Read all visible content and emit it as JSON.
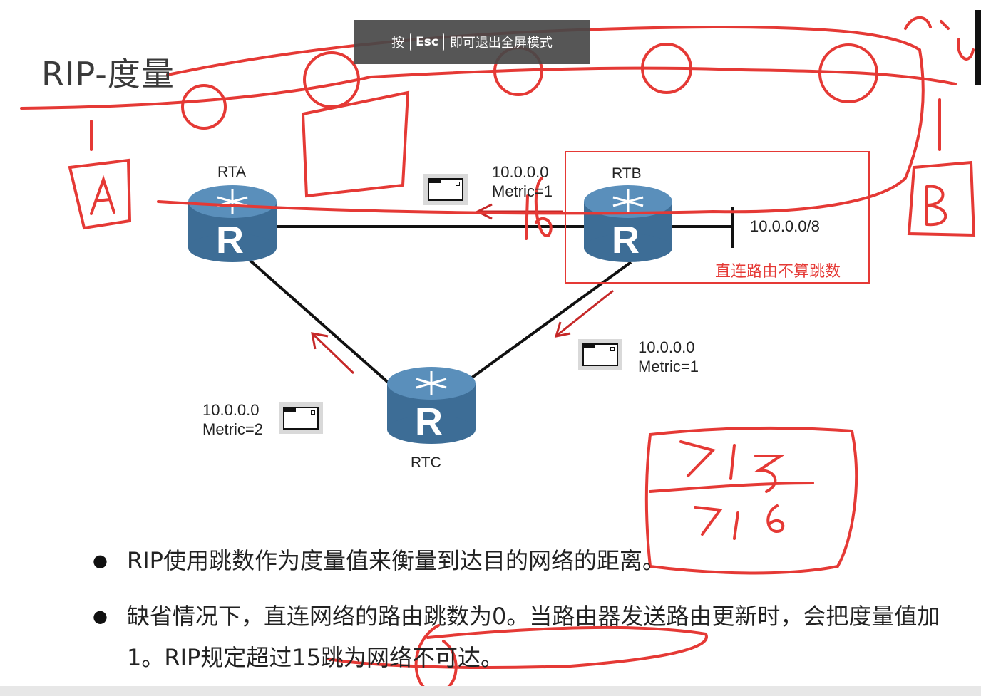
{
  "slide": {
    "title": "RIP-度量",
    "highlight_note": "直连路由不算跳数",
    "network_label": "10.0.0.0/8"
  },
  "routers": {
    "rta": {
      "label": "RTA",
      "letter": "R"
    },
    "rtb": {
      "label": "RTB",
      "letter": "R"
    },
    "rtc": {
      "label": "RTC",
      "letter": "R"
    }
  },
  "updates": {
    "rtb_to_rta": {
      "network": "10.0.0.0",
      "metric": "Metric=1"
    },
    "rtb_to_rtc": {
      "network": "10.0.0.0",
      "metric": "Metric=1"
    },
    "rtc_to_rta": {
      "network": "10.0.0.0",
      "metric": "Metric=2"
    }
  },
  "bullets": [
    "RIP使用跳数作为度量值来衡量到达目的网络的距离。",
    "缺省情况下，直连网络的路由跳数为0。当路由器发送路由更新时，会把度量值加1。RIP规定超过15跳为网络不可达。"
  ],
  "overlay": {
    "prefix": "按",
    "key": "Esc",
    "suffix": "即可退出全屏模式"
  },
  "colors": {
    "router_body": "#3d6d96",
    "router_top": "#5a8fbb",
    "annotation_red": "#e53935",
    "link": "#111111"
  }
}
